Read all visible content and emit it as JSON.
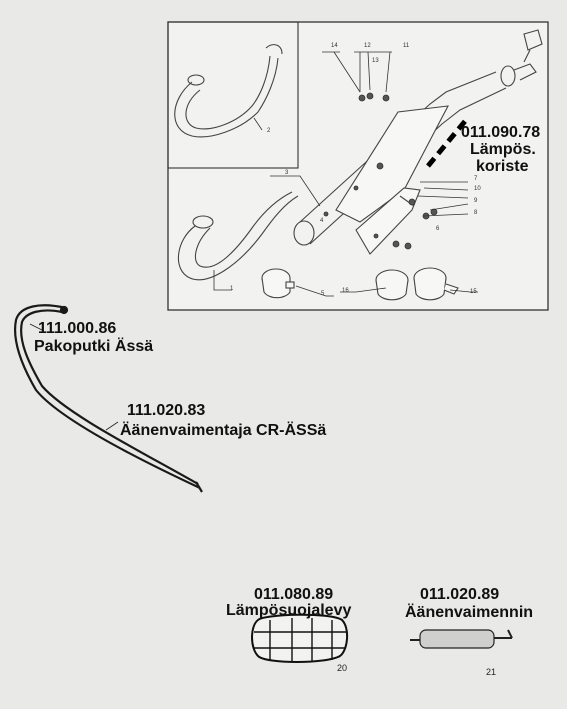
{
  "parts": {
    "heat_cover": {
      "number": "011.090.78",
      "name_line1": "Lämpös.",
      "name_line2": "koriste"
    },
    "exhaust_pipe": {
      "number": "111.000.86",
      "name": "Pakoputki Ässä"
    },
    "silencer_cr": {
      "number": "111.020.83",
      "name": "Äänenvaimentaja CR-ÄSSä"
    },
    "heat_shield_plate": {
      "number": "011.080.89",
      "name": "Lämpösuojalevy",
      "ref": "20"
    },
    "silencer": {
      "number": "011.020.89",
      "name": "Äänenvaimennin",
      "ref": "21"
    }
  },
  "diagram_numbers": [
    "1",
    "2",
    "3",
    "4",
    "5",
    "6",
    "7",
    "8",
    "9",
    "10",
    "11",
    "12",
    "13",
    "14",
    "15",
    "16"
  ]
}
